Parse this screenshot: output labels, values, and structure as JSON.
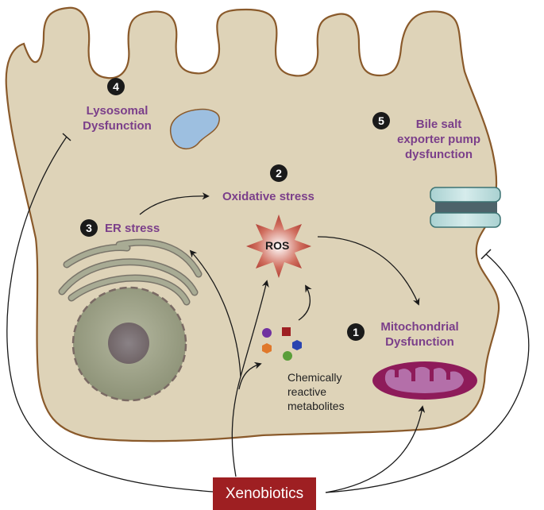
{
  "title": "Mechanisms of xenobiotic-induced hepatocyte injury",
  "mechanisms": [
    {
      "number": "1",
      "label_line1": "Mitochondrial",
      "label_line2": "Dysfunction"
    },
    {
      "number": "2",
      "label_line1": "Oxidative stress"
    },
    {
      "number": "3",
      "label_line1": "ER stress"
    },
    {
      "number": "4",
      "label_line1": "Lysosomal",
      "label_line2": "Dysfunction"
    },
    {
      "number": "5",
      "label_line1": "Bile salt",
      "label_line2": "exporter pump",
      "label_line3": "dysfunction"
    }
  ],
  "ros_label": "ROS",
  "metabolites": {
    "line1": "Chemically",
    "line2": "reactive",
    "line3": "metabolites"
  },
  "source_label": "Xenobiotics",
  "colors": {
    "cell_fill": "#ded3b8",
    "cell_outline": "#8a5a2b",
    "label_purple": "#7b3f8a",
    "xenobiotics_box": "#9e1f22",
    "lysosome": "#9dbfe0",
    "mitochondrion": "#8e1b5a",
    "pump": "#bcdcdc"
  }
}
